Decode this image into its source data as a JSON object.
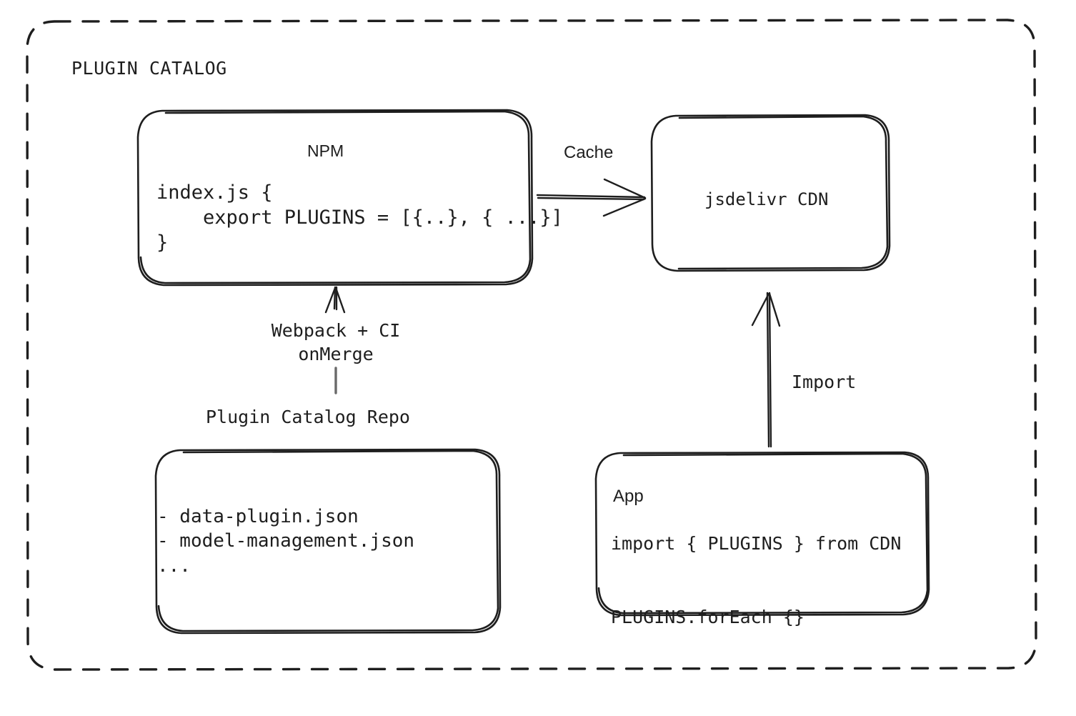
{
  "diagram": {
    "title": "PLUGIN CATALOG",
    "style": "hand-drawn",
    "stroke_color": "#1e1e1e",
    "background_color": "#ffffff",
    "nodes": {
      "npm": {
        "title": "NPM",
        "code": "index.js {\n    export PLUGINS = [{..}, { ...}]\n}"
      },
      "cdn": {
        "title": "jsdelivr CDN"
      },
      "repo": {
        "label": "Plugin Catalog Repo",
        "files": "- data-plugin.json\n- model-management.json\n..."
      },
      "app": {
        "title": "App",
        "code": "import { PLUGINS } from CDN\n\nPLUGINS.forEach {}"
      }
    },
    "edges": {
      "npm_to_cdn": {
        "label": "Cache"
      },
      "repo_to_npm": {
        "label": "Webpack + CI\nonMerge"
      },
      "app_to_cdn": {
        "label": "Import"
      }
    }
  }
}
